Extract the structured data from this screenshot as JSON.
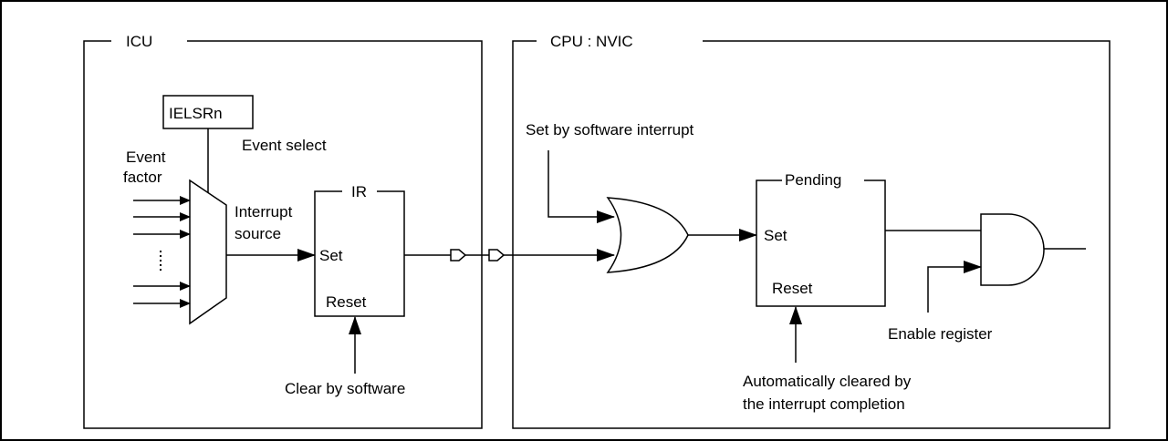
{
  "icu": {
    "title": "ICU",
    "register": "IELSRn",
    "event_select": "Event select",
    "event_factor": [
      "Event",
      "factor"
    ],
    "interrupt_source": [
      "Interrupt",
      "source"
    ],
    "ir": {
      "title": "IR",
      "set": "Set",
      "reset": "Reset"
    },
    "clear": "Clear by software"
  },
  "cpu": {
    "title": "CPU : NVIC",
    "software_interrupt": "Set by software interrupt",
    "pending": {
      "title": "Pending",
      "set": "Set",
      "reset": "Reset"
    },
    "enable": "Enable register",
    "auto_clear": [
      "Automatically cleared by",
      "the interrupt completion"
    ]
  }
}
